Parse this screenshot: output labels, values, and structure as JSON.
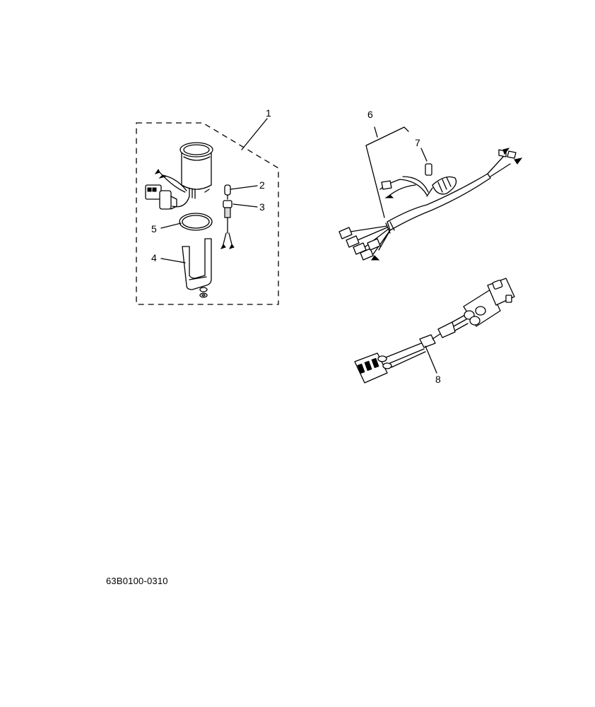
{
  "callouts": [
    "1",
    "2",
    "3",
    "4",
    "5",
    "6",
    "7",
    "8"
  ],
  "figure_code": "63B0100-0310"
}
